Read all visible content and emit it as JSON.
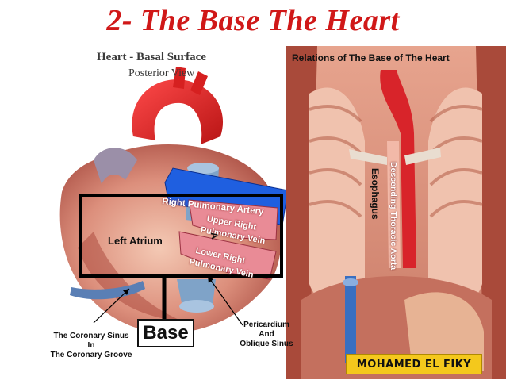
{
  "slide": {
    "title": "2- The Base The Heart",
    "heart_panel": {
      "heading": "Heart - Basal Surface",
      "subheading": "Posterior View"
    },
    "thorax_panel": {
      "heading": "Relations of The Base of The Heart"
    },
    "labels": {
      "right_pulmonary_artery": "Right Pulmonary Artery",
      "upper_right_pulmonary_vein_1": "Upper Right",
      "upper_right_pulmonary_vein_2": "Pulmonary Vein",
      "lower_right_pulmonary_vein_1": "Lower Right",
      "lower_right_pulmonary_vein_2": "Pulmonary Vein",
      "left_atrium": "Left Atrium",
      "base": "Base",
      "coronary_sinus_1": "The Coronary Sinus",
      "coronary_sinus_2": "In",
      "coronary_sinus_3": "The Coronary Groove",
      "pericardium_1": "Pericardium",
      "pericardium_2": "And",
      "pericardium_3": "Oblique Sinus",
      "esophagus": "Esophagus",
      "descending_aorta": "Descending Thoracic Aorta",
      "arrow_mark": "A"
    },
    "author_badge": "MOHAMED EL FIKY",
    "colors": {
      "title_red": "#d01818",
      "artery_blue": "#1f5fe0",
      "vein_pink": "#e98b96",
      "badge_yellow": "#f4c81c"
    }
  }
}
